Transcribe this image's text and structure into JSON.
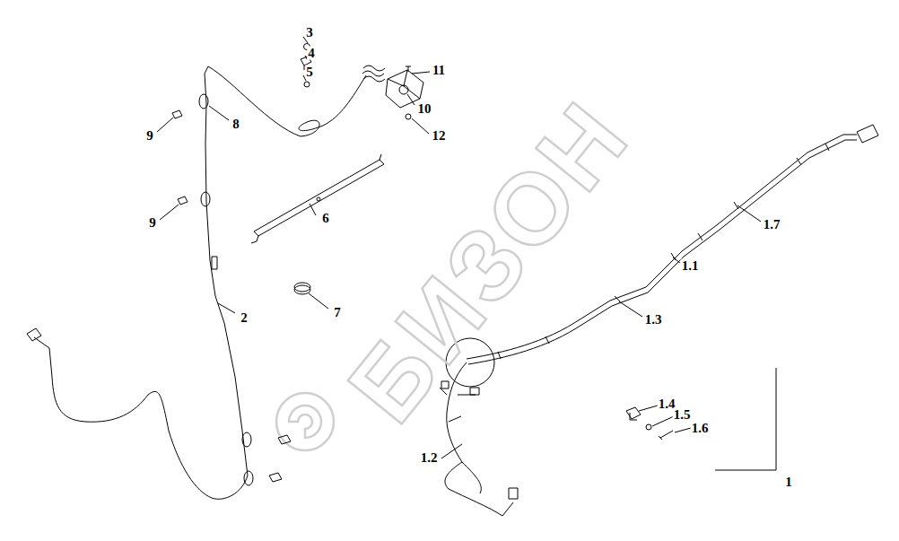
{
  "diagram": {
    "labels": [
      "3",
      "4",
      "5",
      "11",
      "10",
      "12",
      "8",
      "9",
      "9",
      "6",
      "7",
      "2",
      "1.7",
      "1.1",
      "1.3",
      "1.4",
      "1.5",
      "1.6",
      "1.2",
      "1",
      "БИЗОН"
    ]
  }
}
